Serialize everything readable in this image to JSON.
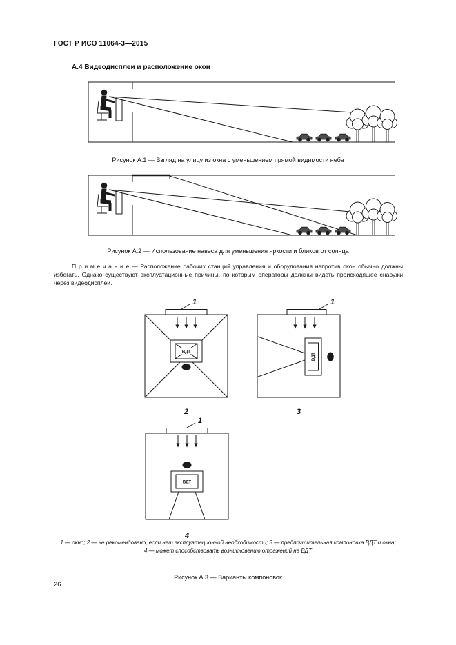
{
  "document": {
    "header": "ГОСТ Р ИСО 11064-3—2015",
    "section_title": "А.4 Видеодисплеи и расположение окон",
    "page_number": "26"
  },
  "note": {
    "text": "П р и м е ч а н и е — Расположение рабочих станций управления и оборудования напротив окон обычно должны избегать. Однако существуют эксплуатационные причины, по которым операторы должны видеть происходящее снаружи через видеодисплеи."
  },
  "figure_a1": {
    "caption": "Рисунок А.1 — Взгляд на улицу из окна с уменьшением прямой видимости неба"
  },
  "figure_a2": {
    "caption": "Рисунок А.2 — Использование навеса для уменьшения яркости и бликов от солнца"
  },
  "figure_a3": {
    "caption": "Рисунок А.3 — Варианты компоновок",
    "window_label": "1",
    "layout2_label": "2",
    "layout3_label": "3",
    "layout4_label": "4",
    "vdt_label": "ВДТ",
    "legend_line1": "1 — окно; 2 — не рекомендовано, если нет эксплуатационной необходимости; 3 — предпочтительная компоновка ВДТ и окна;",
    "legend_line2": "4 — может способствовать возникновению отражений на ВДТ"
  }
}
